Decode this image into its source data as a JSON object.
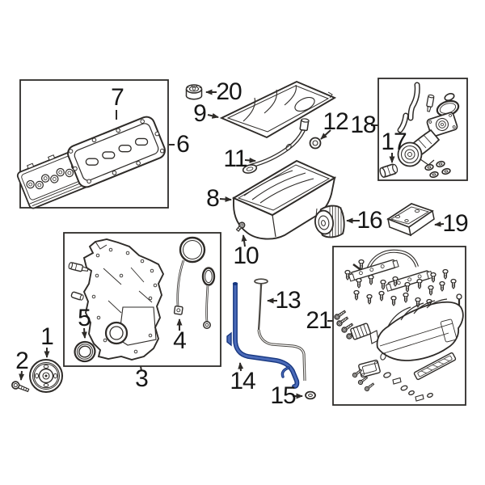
{
  "diagram": {
    "title_hidden": "",
    "line_color": "#2e2b28",
    "background": "#ffffff",
    "highlight_color": "#4a6ab8",
    "highlight_outline": "#16367f",
    "highlighted_part_number": "14",
    "callouts": [
      {
        "number": "1",
        "part": "crankshaft-pulley"
      },
      {
        "number": "2",
        "part": "pulley-bolt"
      },
      {
        "number": "3",
        "part": "timing-cover-kit"
      },
      {
        "number": "4",
        "part": "timing-cover-gasket"
      },
      {
        "number": "5",
        "part": "crankshaft-front-seal"
      },
      {
        "number": "6",
        "part": "valve-cover-kit"
      },
      {
        "number": "7",
        "part": "valve-cover-gasket"
      },
      {
        "number": "8",
        "part": "oil-pan"
      },
      {
        "number": "9",
        "part": "windage-tray-gasket"
      },
      {
        "number": "10",
        "part": "oil-drain-plug"
      },
      {
        "number": "11",
        "part": "oil-pickup-tube"
      },
      {
        "number": "12",
        "part": "o-ring-seal"
      },
      {
        "number": "13",
        "part": "oil-dipstick"
      },
      {
        "number": "14",
        "part": "dipstick-tube"
      },
      {
        "number": "15",
        "part": "dipstick-tube-o-ring"
      },
      {
        "number": "16",
        "part": "oil-filter"
      },
      {
        "number": "17",
        "part": "adapter-plug"
      },
      {
        "number": "18",
        "part": "oil-filter-adapter-kit"
      },
      {
        "number": "19",
        "part": "oil-cooler-bracket"
      },
      {
        "number": "20",
        "part": "oil-filler-cap"
      },
      {
        "number": "21",
        "part": "intake-manifold-kit"
      }
    ]
  }
}
